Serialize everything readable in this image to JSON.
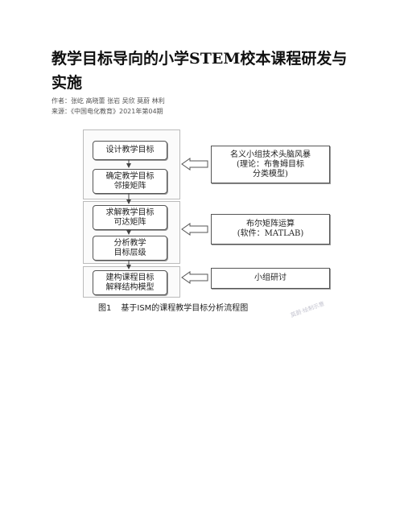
{
  "article": {
    "title": "教学目标导向的小学STEM校本课程研发与实施",
    "authors": "作者：张屹 高晓蕾 张岩 吴欣 莫蔚 林利",
    "source": "来源：《中国电化教育》2021年第04期"
  },
  "figure": {
    "left_boxes": [
      "设计教学目标",
      "确定教学目标\n邻接矩阵",
      "求解教学目标\n可达矩阵",
      "分析教学\n目标层级",
      "建构课程目标\n解释结构模型"
    ],
    "right_boxes": [
      "名义小组技术头脑风暴\n(理论：布鲁姆目标\n分类模型)",
      "布尔矩阵运算\n(软件：MATLAB)",
      "小组研讨"
    ],
    "caption_num": "图1",
    "caption_text": "基于ISM的课程教学目标分析流程图",
    "watermark": "莫蔚·绘制示意"
  }
}
